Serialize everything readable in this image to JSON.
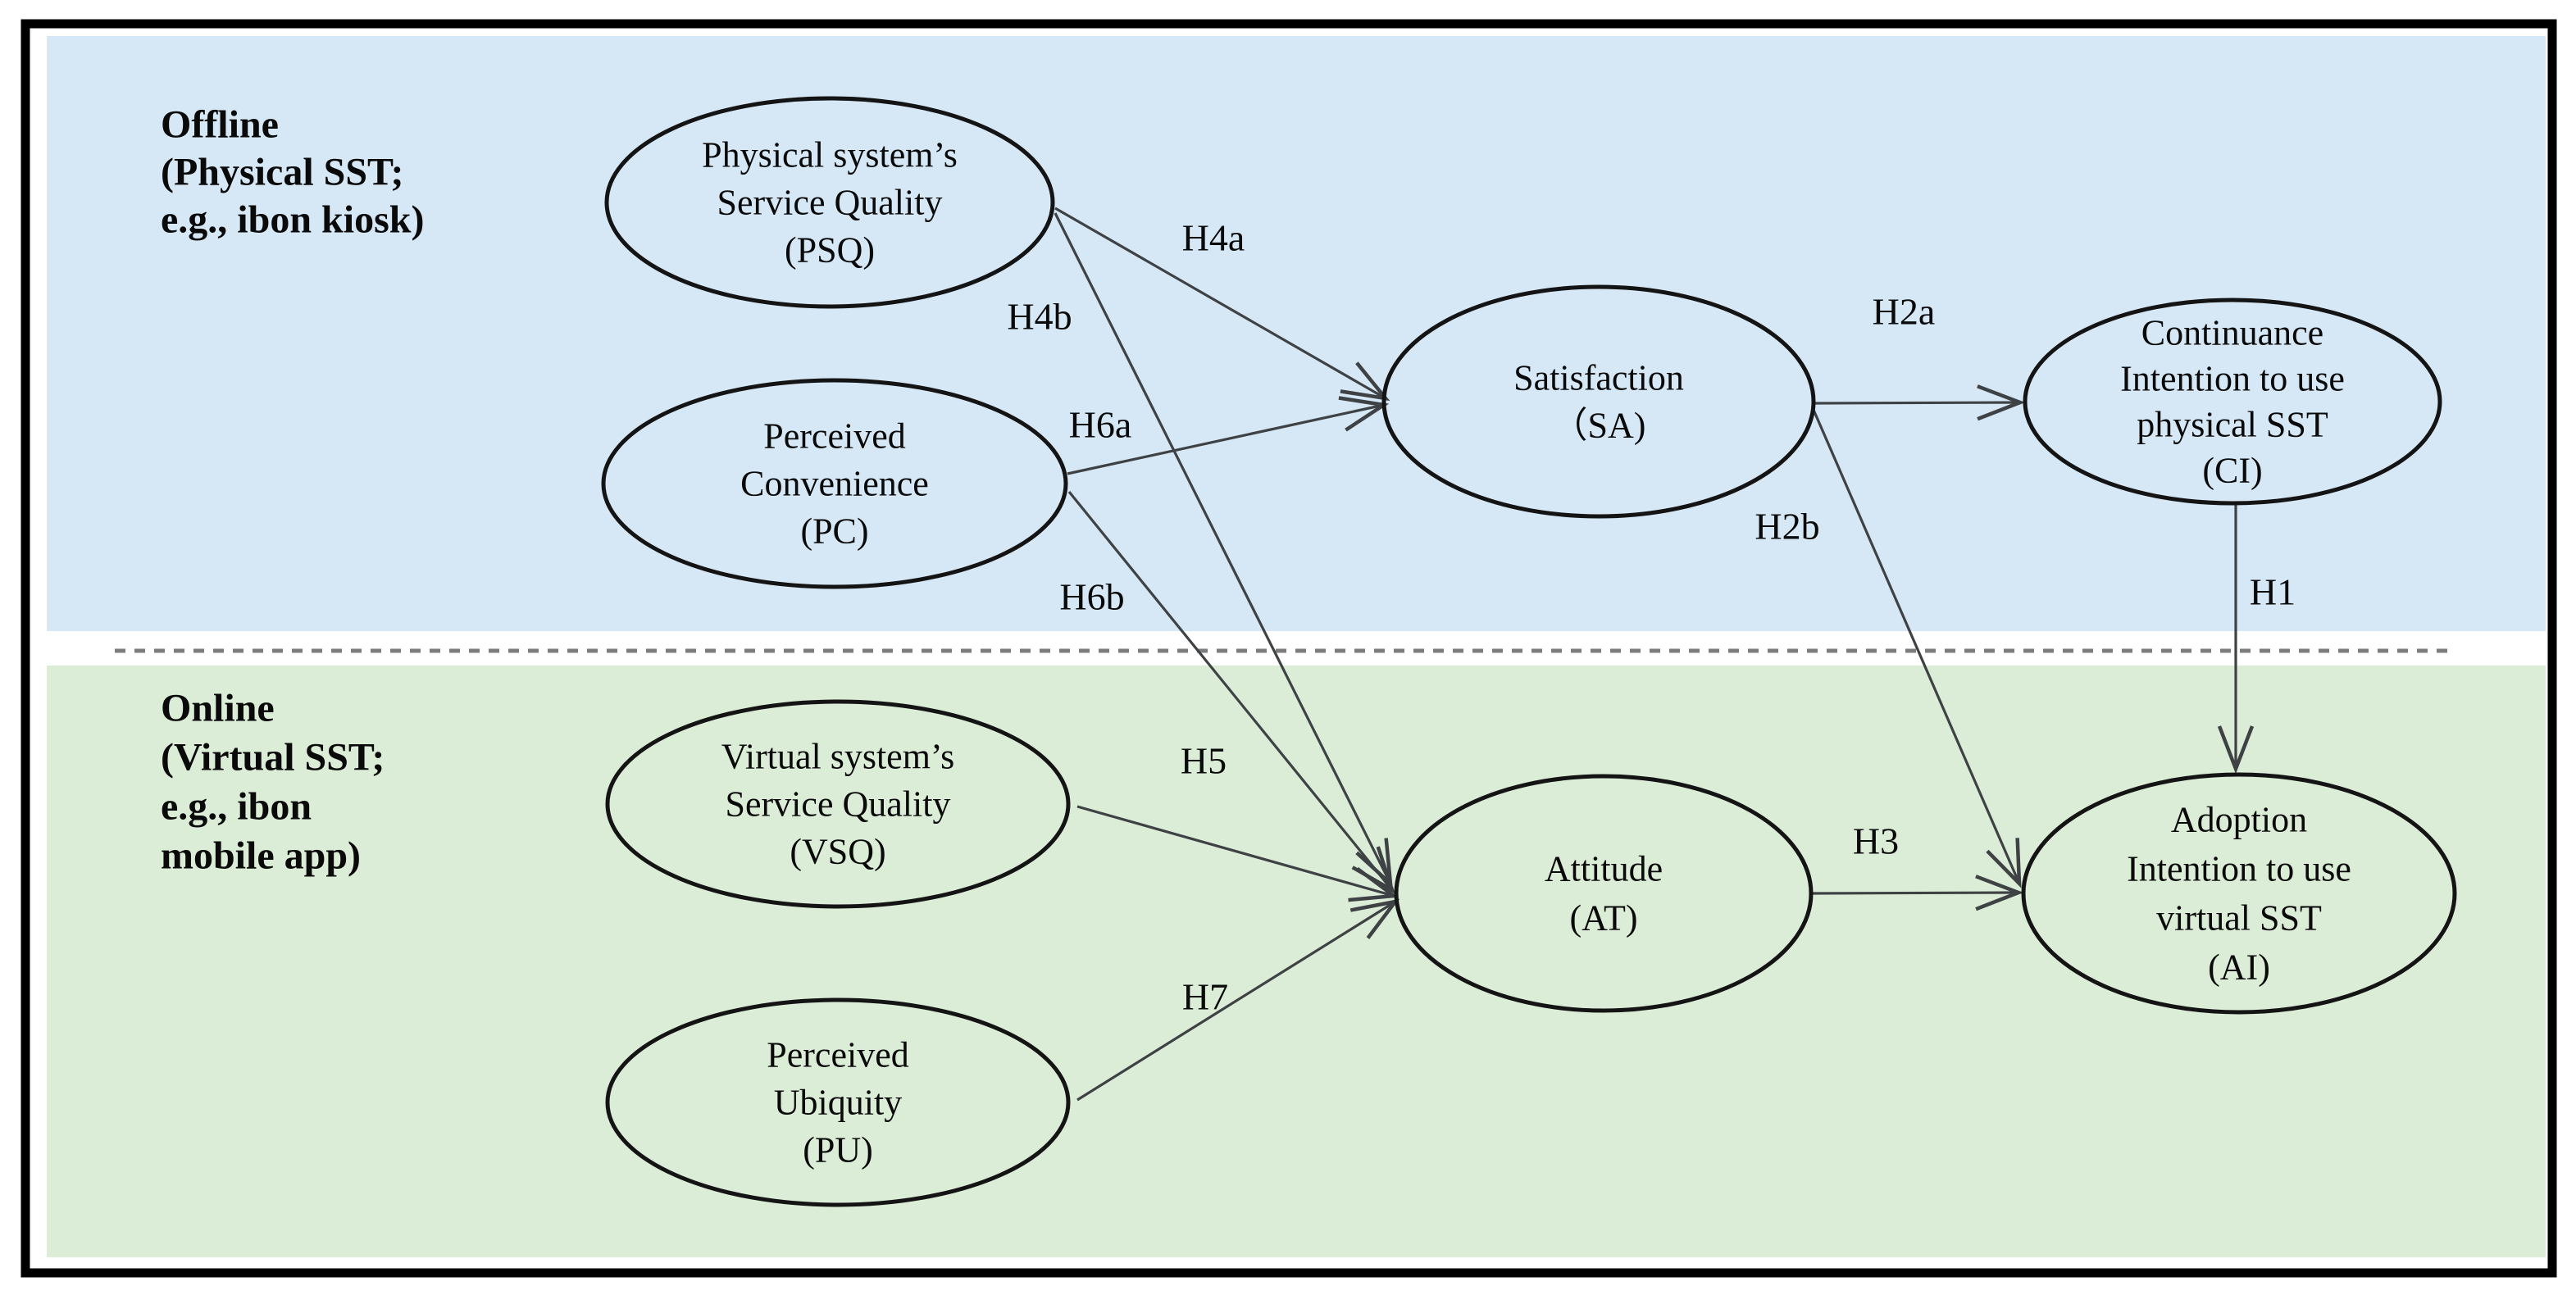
{
  "figure": {
    "type": "research-model-diagram",
    "description": "Dual-channel SST research model with offline and online regions"
  },
  "colors": {
    "offline_bg": "#d6e8f6",
    "online_bg": "#dcedd7",
    "divider": "#7d7d7d",
    "connector": "#3f4245",
    "border": "#000000",
    "text": "#0a0a0a"
  },
  "regions": {
    "offline": {
      "label_lines": [
        "Offline",
        "(Physical SST;",
        "e.g., ibon kiosk)"
      ]
    },
    "online": {
      "label_lines": [
        "Online",
        "(Virtual SST;",
        "e.g., ibon",
        "mobile app)"
      ]
    }
  },
  "nodes": {
    "psq": {
      "lines": [
        "Physical system’s",
        "Service Quality",
        "(PSQ)"
      ]
    },
    "pc": {
      "lines": [
        "Perceived",
        "Convenience",
        "(PC)"
      ]
    },
    "sa": {
      "lines": [
        "Satisfaction",
        "（SA)"
      ]
    },
    "ci": {
      "lines": [
        "Continuance",
        "Intention to use",
        "physical SST",
        "(CI)"
      ]
    },
    "vsq": {
      "lines": [
        "Virtual system’s",
        "Service Quality",
        "(VSQ)"
      ]
    },
    "pu": {
      "lines": [
        "Perceived",
        "Ubiquity",
        "(PU)"
      ]
    },
    "at": {
      "lines": [
        "Attitude",
        "(AT)"
      ]
    },
    "ai": {
      "lines": [
        "Adoption",
        "Intention to use",
        "virtual SST",
        "(AI)"
      ]
    }
  },
  "hypotheses": {
    "h1": "H1",
    "h2a": "H2a",
    "h2b": "H2b",
    "h3": "H3",
    "h4a": "H4a",
    "h4b": "H4b",
    "h5": "H5",
    "h6a": "H6a",
    "h6b": "H6b",
    "h7": "H7"
  },
  "edges": [
    {
      "from": "PSQ",
      "to": "SA",
      "label": "H4a"
    },
    {
      "from": "PSQ",
      "to": "AT",
      "label": "H4b"
    },
    {
      "from": "PC",
      "to": "SA",
      "label": "H6a"
    },
    {
      "from": "PC",
      "to": "AT",
      "label": "H6b"
    },
    {
      "from": "SA",
      "to": "CI",
      "label": "H2a"
    },
    {
      "from": "SA",
      "to": "AI",
      "label": "H2b"
    },
    {
      "from": "CI",
      "to": "AI",
      "label": "H1"
    },
    {
      "from": "VSQ",
      "to": "AT",
      "label": "H5"
    },
    {
      "from": "PU",
      "to": "AT",
      "label": "H7"
    },
    {
      "from": "AT",
      "to": "AI",
      "label": "H3"
    }
  ]
}
